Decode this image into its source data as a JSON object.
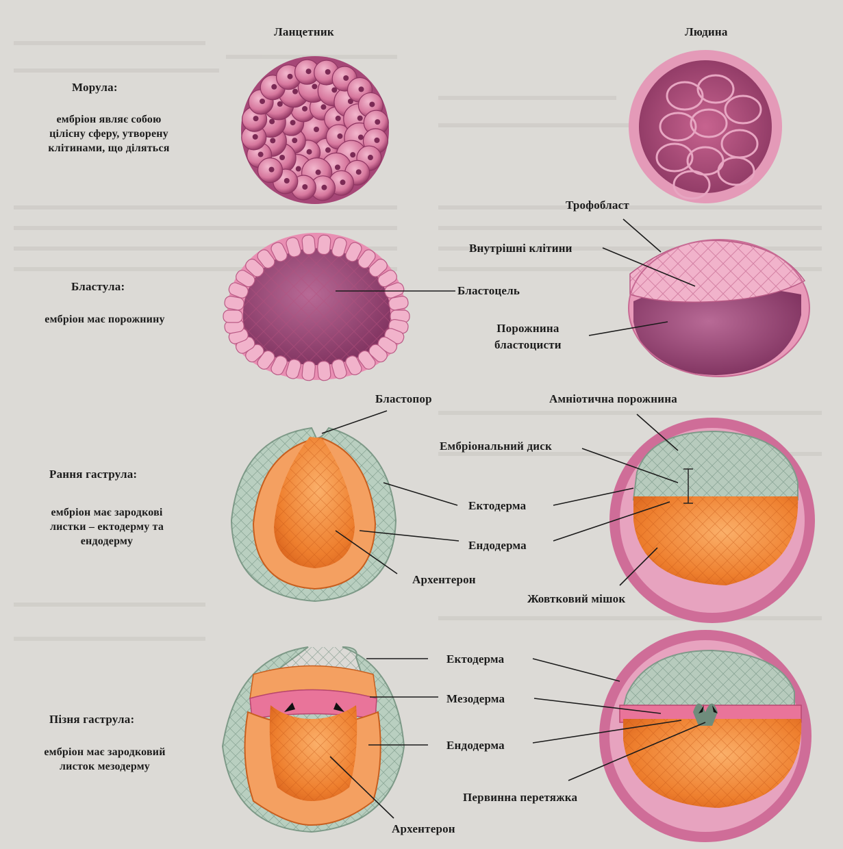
{
  "columns": {
    "left": "Ланцетник",
    "right": "Людина"
  },
  "stages": [
    {
      "title": "Морула:",
      "desc": [
        "ембріон являє собою",
        "цілісну сферу, утворену",
        "клітинами, що діляться"
      ]
    },
    {
      "title": "Бластула:",
      "desc": [
        "ембріон має порожнину"
      ]
    },
    {
      "title": "Рання гаструла:",
      "desc": [
        "ембріон має зародкові",
        "листки – ектодерму та",
        "ендодерму"
      ]
    },
    {
      "title": "Пізня гаструла:",
      "desc": [
        "ембріон має зародковий",
        "листок мезодерму"
      ]
    }
  ],
  "labels": {
    "trophoblast": "Трофобласт",
    "inner_cells": "Внутрішні клітини",
    "blastocoel": "Бластоцель",
    "blastocyst_cavity": [
      "Порожнина",
      "бластоцисти"
    ],
    "blastopore": "Бластопор",
    "amniotic_cavity": "Амніотична порожнина",
    "embryonic_disc": "Ембріональний диск",
    "ectoderm_1": "Ектодерма",
    "endoderm_1": "Ендодерма",
    "archenteron_1": "Архентерон",
    "yolk_sac": "Жовтковий мішок",
    "ectoderm_2": "Ектодерма",
    "mesoderm": "Мезодерма",
    "endoderm_2": "Ендодерма",
    "primitive_streak": "Первинна перетяжка",
    "archenteron_2": "Архентерон"
  },
  "colors": {
    "cell_pink": "#d9799e",
    "cell_dark_pink": "#9a3e6a",
    "blastocoel_purple": "#8c3a6c",
    "ectoderm_green": "#a9c2b3",
    "endoderm_orange": "#f08a3a",
    "mesoderm_pink": "#e9749a"
  }
}
